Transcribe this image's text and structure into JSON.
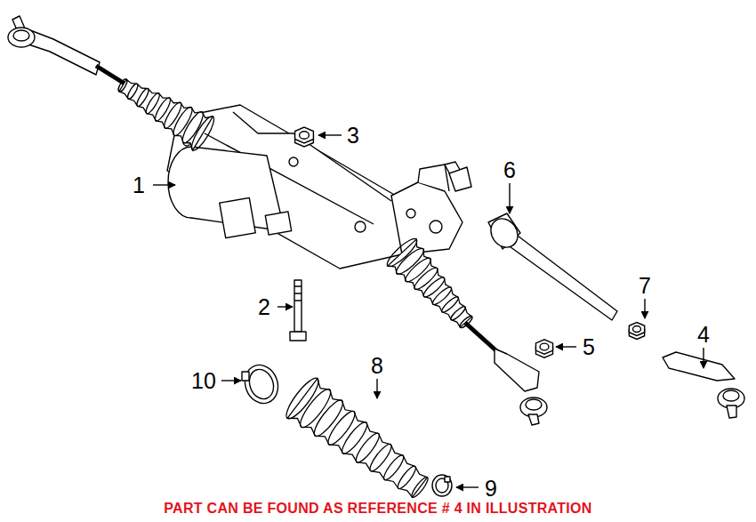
{
  "diagram": {
    "labels": [
      "3",
      "6",
      "1",
      "7",
      "2",
      "4",
      "5",
      "8",
      "10",
      "9",
      "PART CAN BE FOUND AS REFERENCE # 4 IN ILLUSTRATION"
    ]
  }
}
